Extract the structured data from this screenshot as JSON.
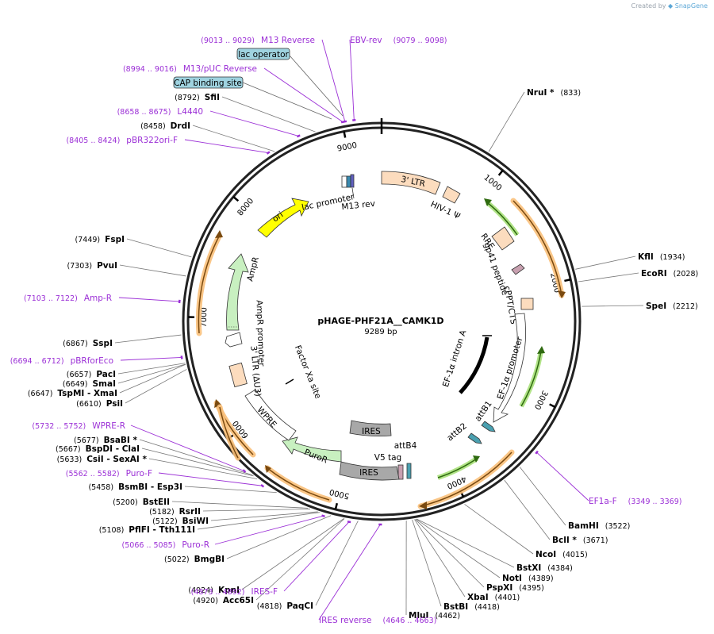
{
  "credit": {
    "prefix": "Created by",
    "brand": "SnapGene"
  },
  "plasmid": {
    "name": "pHAGE-PHF21A__CAMK1D",
    "length": "9289 bp",
    "total_bp": 9289
  },
  "ticks": [
    "1000",
    "2000",
    "3000",
    "4000",
    "5000",
    "6000",
    "7000",
    "8000",
    "9000"
  ],
  "enzymes": [
    {
      "name": "NruI *",
      "pos": "(833)",
      "bp": 833
    },
    {
      "name": "KflI",
      "pos": "(1934)",
      "bp": 1934
    },
    {
      "name": "EcoRI",
      "pos": "(2028)",
      "bp": 2028
    },
    {
      "name": "SpeI",
      "pos": "(2212)",
      "bp": 2212
    },
    {
      "name": "BamHI",
      "pos": "(3522)",
      "bp": 3522
    },
    {
      "name": "BclI *",
      "pos": "(3671)",
      "bp": 3671
    },
    {
      "name": "NcoI",
      "pos": "(4015)",
      "bp": 4015
    },
    {
      "name": "BstXI",
      "pos": "(4384)",
      "bp": 4384
    },
    {
      "name": "NotI",
      "pos": "(4389)",
      "bp": 4389
    },
    {
      "name": "PspXI",
      "pos": "(4395)",
      "bp": 4395
    },
    {
      "name": "XbaI",
      "pos": "(4401)",
      "bp": 4401
    },
    {
      "name": "BstBI",
      "pos": "(4418)",
      "bp": 4418
    },
    {
      "name": "MluI",
      "pos": "(4462)",
      "bp": 4462
    },
    {
      "name": "PaqCI",
      "pos": "(4818)",
      "bp": 4818
    },
    {
      "name": "Acc65I",
      "pos": "(4920)",
      "bp": 4920
    },
    {
      "name": "KpnI",
      "pos": "(4924)",
      "bp": 4924
    },
    {
      "name": "BmgBI",
      "pos": "(5022)",
      "bp": 5022
    },
    {
      "name": "PflFI - Tth111I",
      "pos": "(5108)",
      "bp": 5108
    },
    {
      "name": "BsiWI",
      "pos": "(5122)",
      "bp": 5122
    },
    {
      "name": "RsrII",
      "pos": "(5182)",
      "bp": 5182
    },
    {
      "name": "BstEII",
      "pos": "(5200)",
      "bp": 5200
    },
    {
      "name": "BsmBI - Esp3I",
      "pos": "(5458)",
      "bp": 5458
    },
    {
      "name": "CsiI - SexAI *",
      "pos": "(5633)",
      "bp": 5633
    },
    {
      "name": "BspDI - ClaI",
      "pos": "(5667)",
      "bp": 5667
    },
    {
      "name": "BsaBI *",
      "pos": "(5677)",
      "bp": 5677
    },
    {
      "name": "PsiI",
      "pos": "(6610)",
      "bp": 6610
    },
    {
      "name": "TspMI - XmaI",
      "pos": "(6647)",
      "bp": 6647
    },
    {
      "name": "SmaI",
      "pos": "(6649)",
      "bp": 6649
    },
    {
      "name": "PacI",
      "pos": "(6657)",
      "bp": 6657
    },
    {
      "name": "SspI",
      "pos": "(6867)",
      "bp": 6867
    },
    {
      "name": "PvuI",
      "pos": "(7303)",
      "bp": 7303
    },
    {
      "name": "FspI",
      "pos": "(7449)",
      "bp": 7449
    },
    {
      "name": "DrdI",
      "pos": "(8458)",
      "bp": 8458
    },
    {
      "name": "SfiI",
      "pos": "(8792)",
      "bp": 8792
    }
  ],
  "primers": [
    {
      "name": "M13 Reverse",
      "pos": "(9013 .. 9029)",
      "bp": 9021
    },
    {
      "name": "EBV-rev",
      "pos": "(9079 .. 9098)",
      "bp": 9088
    },
    {
      "name": "M13/pUC Reverse",
      "pos": "(8994 .. 9016)",
      "bp": 9005
    },
    {
      "name": "L4440",
      "pos": "(8658 .. 8675)",
      "bp": 8666
    },
    {
      "name": "pBR322ori-F",
      "pos": "(8405 .. 8424)",
      "bp": 8414
    },
    {
      "name": "Amp-R",
      "pos": "(7103 .. 7122)",
      "bp": 7112
    },
    {
      "name": "pBRforEco",
      "pos": "(6694 .. 6712)",
      "bp": 6703
    },
    {
      "name": "WPRE-R",
      "pos": "(5732 .. 5752)",
      "bp": 5742
    },
    {
      "name": "Puro-F",
      "pos": "(5562 .. 5582)",
      "bp": 5572
    },
    {
      "name": "Puro-R",
      "pos": "(5066 .. 5085)",
      "bp": 5075
    },
    {
      "name": "IRES-F",
      "pos": "(4873 .. 4892)",
      "bp": 4882
    },
    {
      "name": "IRES reverse",
      "pos": "(4646 .. 4663)",
      "bp": 4654
    },
    {
      "name": "EF1a-F",
      "pos": "(3349 .. 3369)",
      "bp": 3359
    }
  ],
  "boxed_features": [
    {
      "name": "lac operator",
      "bp": 9060
    },
    {
      "name": "CAP binding site",
      "bp": 9040
    }
  ],
  "features": [
    {
      "name": "3' LTR",
      "color": "#fcdcbe"
    },
    {
      "name": "HIV-1 Ψ",
      "color": "#fcdcbe"
    },
    {
      "name": "RRE",
      "color": "#fcdcbe"
    },
    {
      "name": "gp41 peptide",
      "color": "#c8a0b0"
    },
    {
      "name": "cPPT/CTS",
      "color": "#fcdcbe"
    },
    {
      "name": "EF-1α promoter",
      "color": "#ffffff"
    },
    {
      "name": "EF-1α intron A",
      "color": "#000000"
    },
    {
      "name": "attB1",
      "color": "#4aa0b0"
    },
    {
      "name": "attB2",
      "color": "#4aa0b0"
    },
    {
      "name": "attB4",
      "color": "#4aa0b0"
    },
    {
      "name": "V5 tag",
      "color": "#c8a0b0"
    },
    {
      "name": "IRES",
      "color": "#a8a8a8"
    },
    {
      "name": "PuroR",
      "color": "#c8f0c0"
    },
    {
      "name": "WPRE",
      "color": "#ffffff"
    },
    {
      "name": "Factor Xa site",
      "color": "#000000"
    },
    {
      "name": "3' LTR (ΔU3)",
      "color": "#fcdcbe"
    },
    {
      "name": "AmpR promoter",
      "color": "#ffffff"
    },
    {
      "name": "AmpR",
      "color": "#c8f0c0"
    },
    {
      "name": "ori",
      "color": "#ffff00"
    },
    {
      "name": "lac promoter",
      "color": "#ffffff"
    },
    {
      "name": "M13 rev",
      "color": "#000000"
    }
  ],
  "colors": {
    "enzyme_line": "#666666",
    "primer": "#9b2fd6",
    "orf_fill": "#f9b44a",
    "green_arrow": "#6cc020"
  }
}
